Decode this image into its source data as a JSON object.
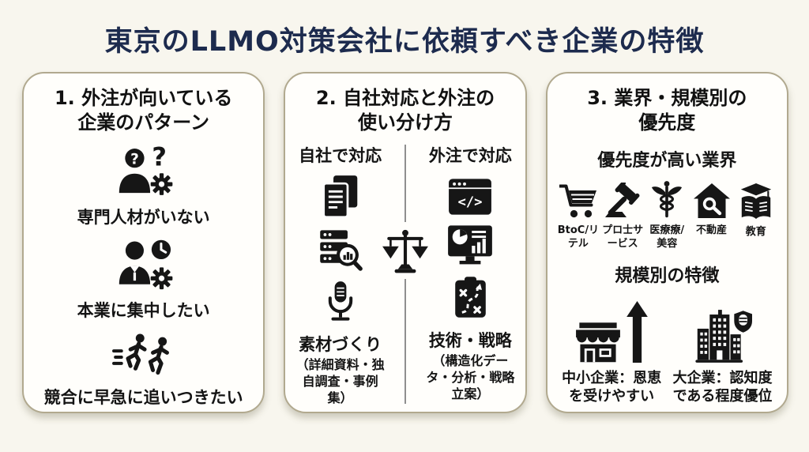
{
  "page": {
    "title": "東京のLLMO対策会社に依頼すべき企業の特徴"
  },
  "colors": {
    "background": "#f8f6ee",
    "card_background": "#fffefb",
    "card_border": "#b1a98f",
    "title_navy": "#1d2b4e",
    "text_black": "#141414",
    "accent_gold": "#c2a361",
    "divider_gray": "#8f8f8f"
  },
  "card1": {
    "title_line1": "1. 外注が向いている",
    "title_line2": "企業のパターン",
    "items": [
      {
        "icon": "person-question-gear-icon",
        "label": "専門人材がいない"
      },
      {
        "icon": "businessman-clock-gear-icon",
        "label": "本業に集中したい"
      },
      {
        "icon": "running-people-icon",
        "label": "競合に早急に追いつきたい"
      }
    ]
  },
  "card2": {
    "title_line1": "2. 自社対応と外注の",
    "title_line2": "使い分け方",
    "left_header": "自社で対応",
    "right_header": "外注で対応",
    "center_icon": "balance-scale-icon",
    "left_icons": [
      "documents-icon",
      "database-search-icon",
      "microphone-icon"
    ],
    "right_icons": [
      "code-window-icon",
      "analytics-monitor-icon",
      "strategy-clipboard-icon"
    ],
    "left_label_title": "素材づくり",
    "left_label_sub": "（詳細資料・独自調査・事例集）",
    "right_label_title": "技術・戦略",
    "right_label_sub": "（構造化データ・分析・戦略立案）"
  },
  "card3": {
    "title_line1": "3. 業界・規模別の",
    "title_line2": "優先度",
    "industry_header": "優先度が高い業界",
    "industries": [
      {
        "icon": "shopping-cart-icon",
        "label": "BtoC/リテル"
      },
      {
        "icon": "gavel-icon",
        "label": "プロ士サービス"
      },
      {
        "icon": "caduceus-icon",
        "label": "医療療/美容"
      },
      {
        "icon": "house-key-icon",
        "label": "不動産"
      },
      {
        "icon": "education-book-icon",
        "label": "教育"
      }
    ],
    "scale_header": "規模別の特徴",
    "scale_items": [
      {
        "icons": [
          "storefront-icon",
          "up-arrow-icon"
        ],
        "label": "中小企業：恩恵を受けやすい"
      },
      {
        "icons": [
          "buildings-icon",
          "shield-database-icon"
        ],
        "label": "大企業：認知度である程度優位"
      }
    ]
  }
}
